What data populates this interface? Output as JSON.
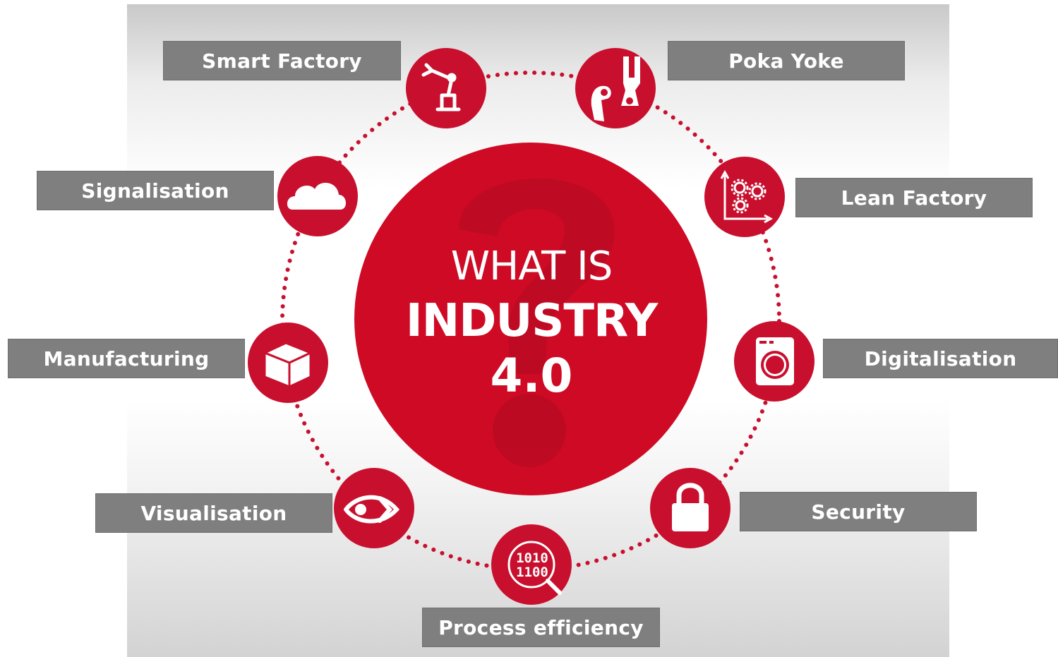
{
  "title": {
    "line1": "WHAT IS",
    "line2": "INDUSTRY",
    "line3": "4.0"
  },
  "colors": {
    "accent": "#c8102e",
    "accent_dark": "#a8102a",
    "label_bg": "#7f7f7f",
    "label_text": "#ffffff"
  },
  "nodes": [
    {
      "label": "Smart Factory",
      "icon": "robot-arm-icon"
    },
    {
      "label": "Poka Yoke",
      "icon": "hand-gripper-icon"
    },
    {
      "label": "Lean Factory",
      "icon": "gears-chart-icon"
    },
    {
      "label": "Digitalisation",
      "icon": "washing-machine-icon"
    },
    {
      "label": "Security",
      "icon": "padlock-icon"
    },
    {
      "label": "Process efficiency",
      "icon": "binary-magnifier-icon",
      "icon_text": [
        "1010",
        "1100"
      ]
    },
    {
      "label": "Visualisation",
      "icon": "eye-icon"
    },
    {
      "label": "Manufacturing",
      "icon": "box-icon"
    },
    {
      "label": "Signalisation",
      "icon": "cloud-icon"
    }
  ]
}
